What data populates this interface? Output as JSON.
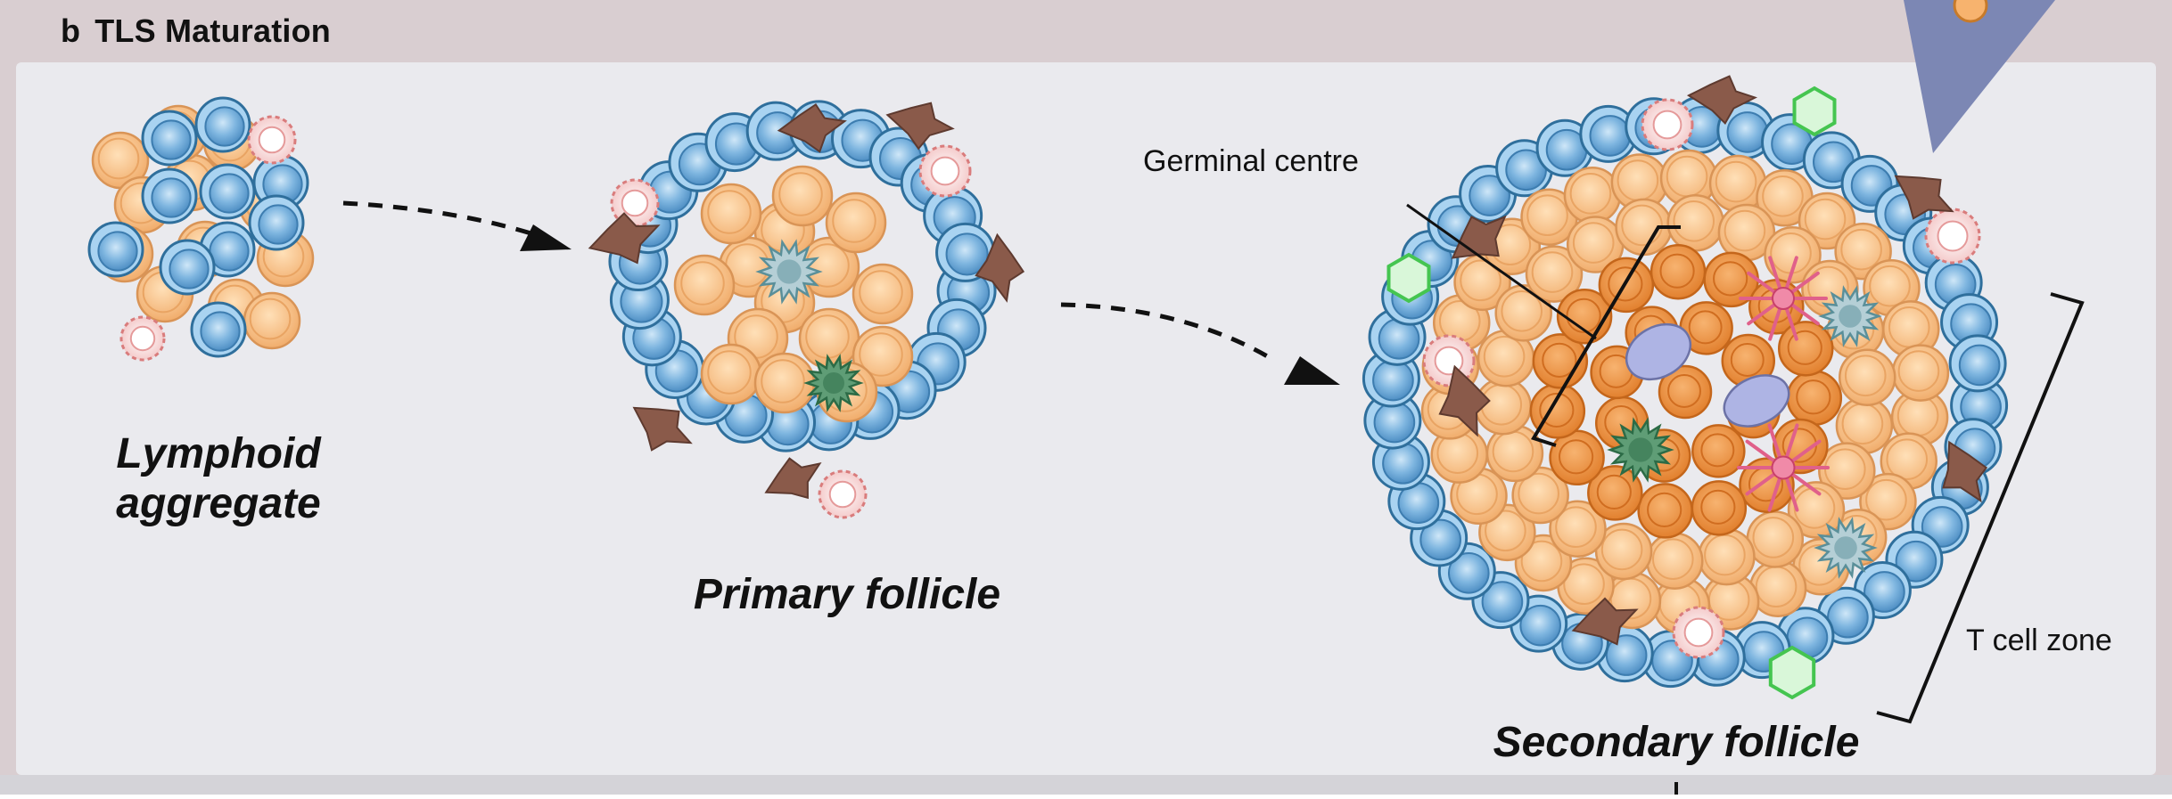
{
  "panel": {
    "letter": "b",
    "title": "TLS Maturation"
  },
  "stages": {
    "lymphoid_line1": "Lymphoid",
    "lymphoid_line2": "aggregate",
    "primary": "Primary follicle",
    "secondary": "Secondary follicle"
  },
  "callouts": {
    "germinal_centre": "Germinal centre",
    "t_cell_zone": "T cell zone"
  },
  "colors": {
    "background_outer": "#d8cdd0",
    "panel_fill": "#eaeaee",
    "b_cell": "#f6c08c",
    "b_cell_dark": "#e98a3a",
    "t_cell": "#8dc3ea",
    "hev": "#f7d8d8",
    "fibroblast": "#8a5a4a",
    "dendritic_cell_teal": "#5a8f99",
    "dendritic_cell_green": "#3e8a5a",
    "fdc_pink": "#e0608a",
    "macrophage_purple": "#a6aee0",
    "green_cell": "#bff0c0",
    "triangle": "#7c87b4"
  }
}
